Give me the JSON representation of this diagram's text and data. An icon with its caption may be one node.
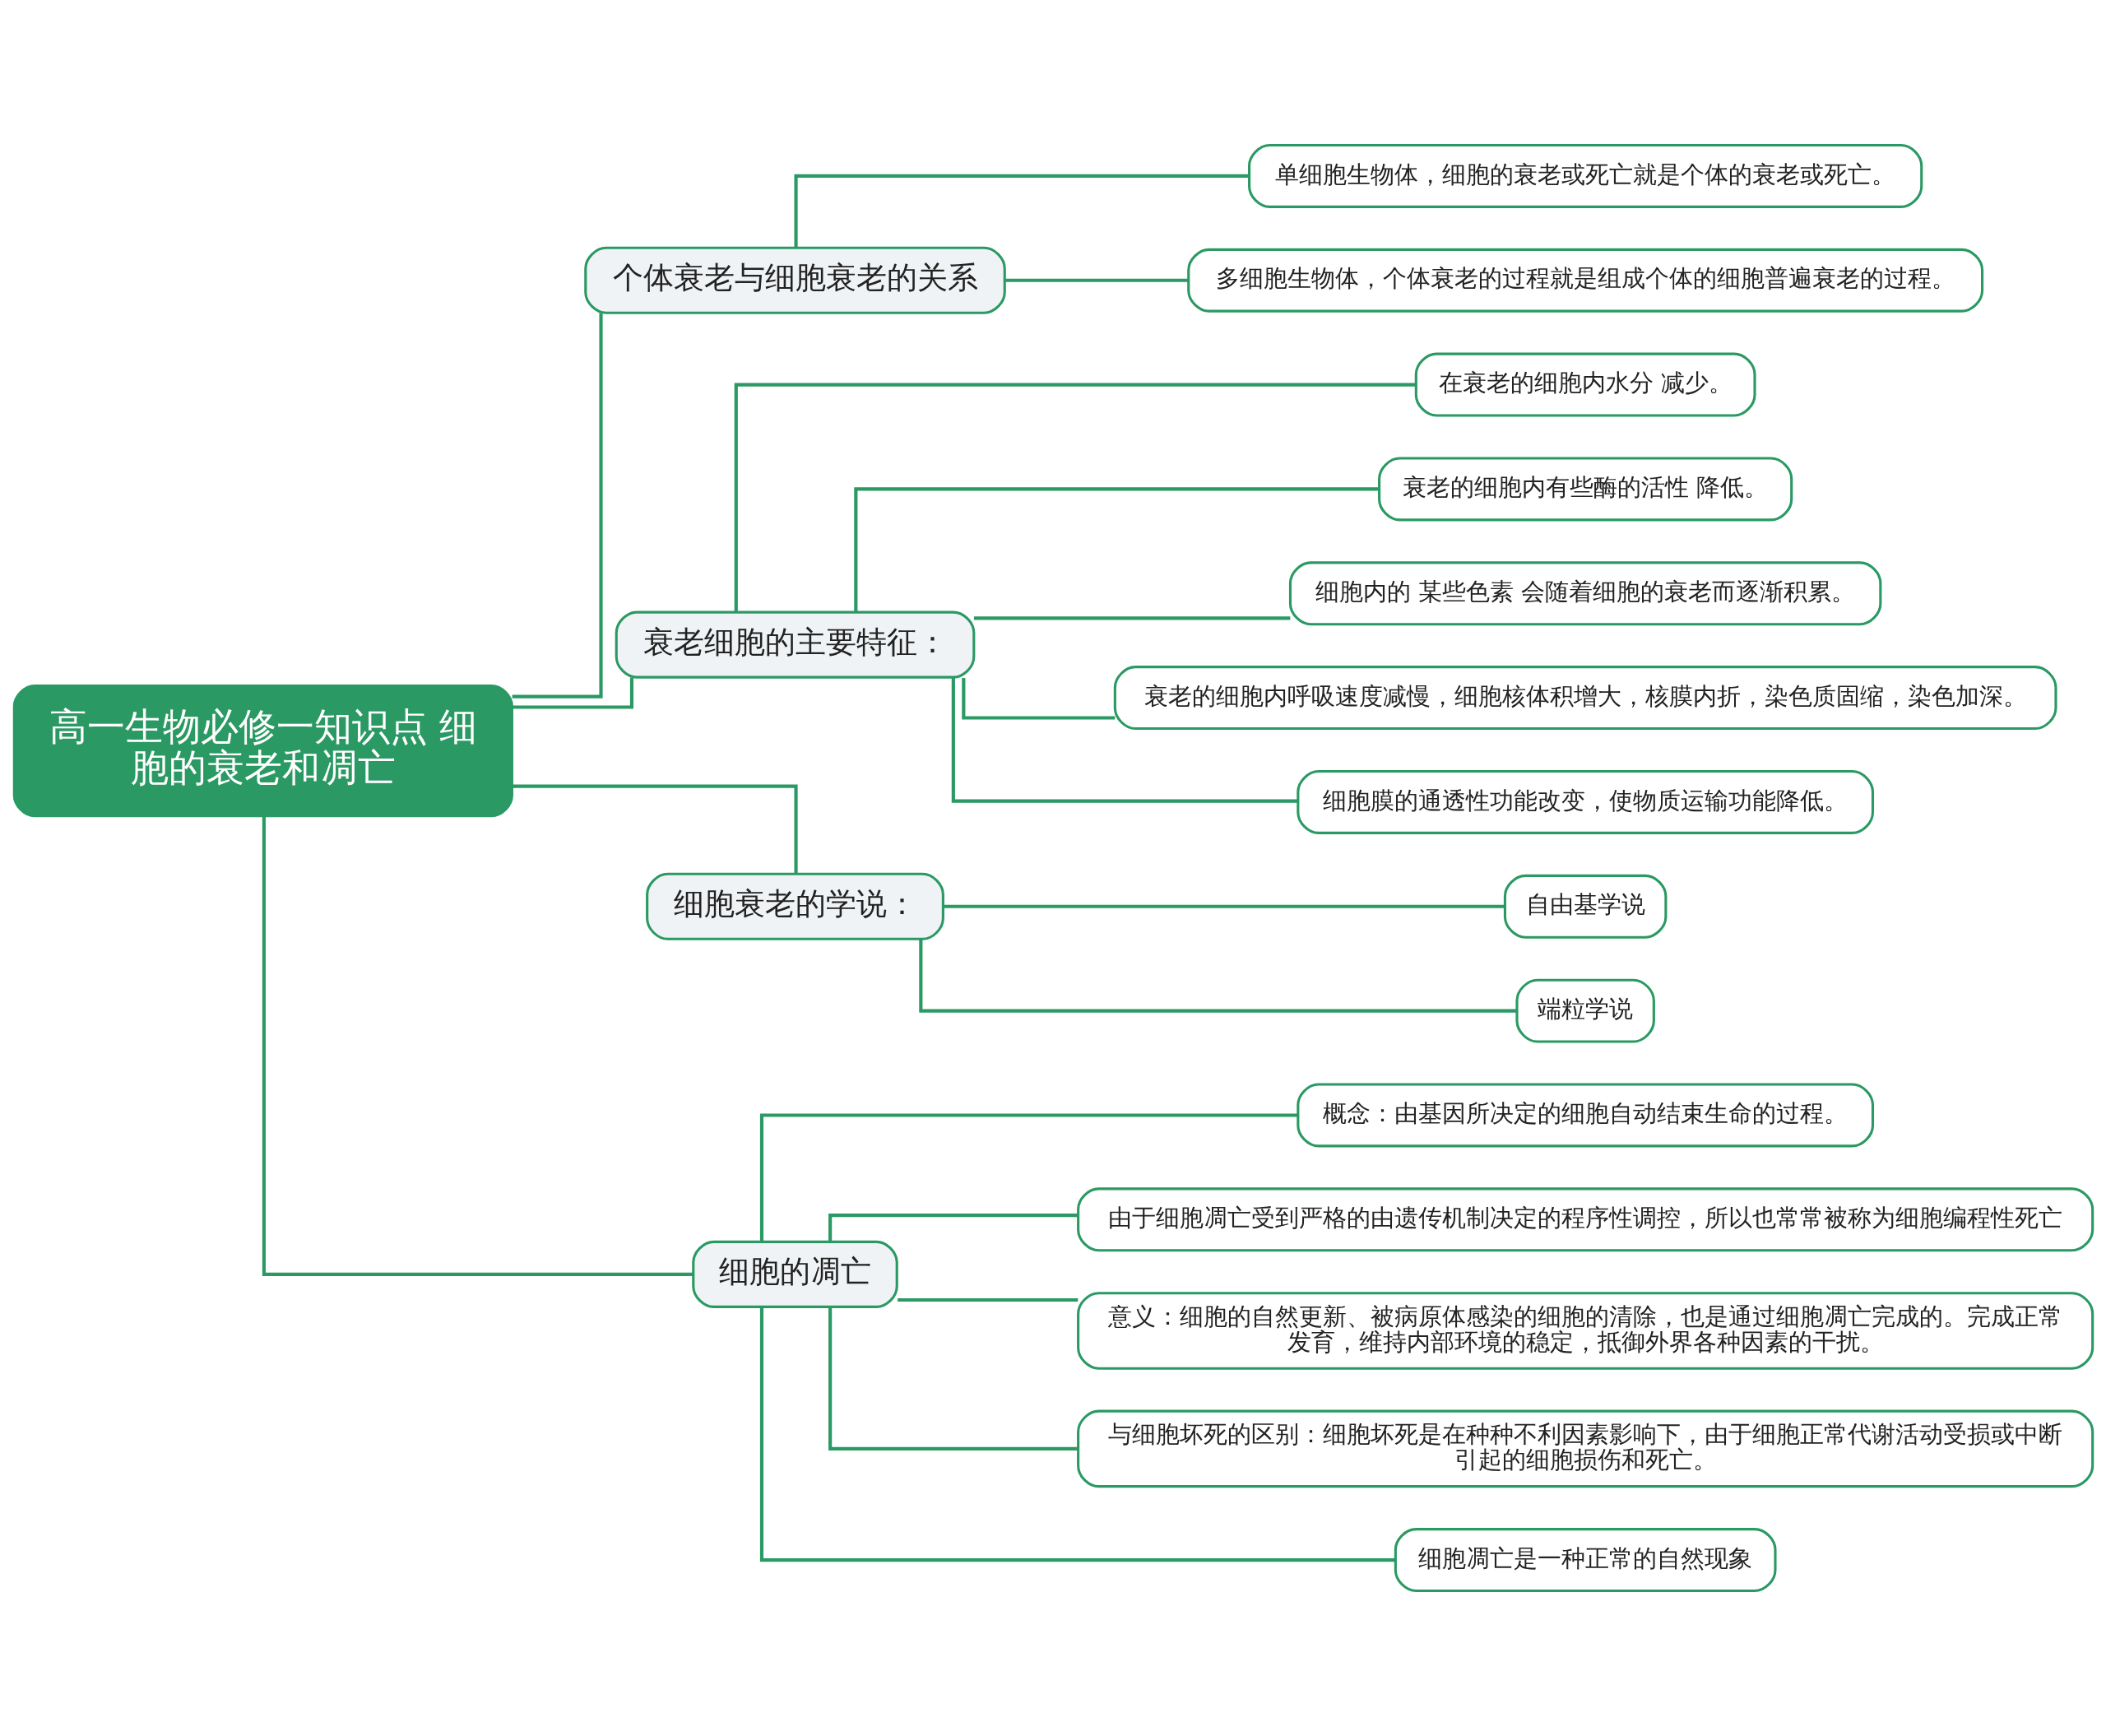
{
  "diagram": {
    "nodes": [
      {
        "text": [
          "高一生物必修一知识点 细胞的衰老和凋亡"
        ]
      },
      {
        "text": [
          "个体衰老与细胞衰老的关系"
        ]
      },
      {
        "text": [
          "单细胞生物体，细胞的衰老或死亡就是个体的衰老或死亡。"
        ]
      },
      {
        "text": [
          "多细胞生物体，个体衰老的过程就是组成个体的细胞普遍衰老的过程。"
        ]
      },
      {
        "text": [
          "衰老细胞的主要特征："
        ]
      },
      {
        "text": [
          "在衰老的细胞内水分 减少。"
        ]
      },
      {
        "text": [
          "衰老的细胞内有些酶的活性 降低。"
        ]
      },
      {
        "text": [
          "细胞内的 某些色素 会随着细胞的衰老而逐渐积累。"
        ]
      },
      {
        "text": [
          "衰老的细胞内呼吸速度减慢，细胞核体积增大，核膜内折，染色质固缩，染色加深。"
        ]
      },
      {
        "text": [
          "细胞膜的通透性功能改变，使物质运输功能降低。"
        ]
      },
      {
        "text": [
          "细胞衰老的学说："
        ]
      },
      {
        "text": [
          "自由基学说"
        ]
      },
      {
        "text": [
          "端粒学说"
        ]
      },
      {
        "text": [
          "细胞的凋亡"
        ]
      },
      {
        "text": [
          "概念：由基因所决定的细胞自动结束生命的过程。"
        ]
      },
      {
        "text": [
          "由于细胞凋亡受到严格的由遗传机制决定的程序性调控，所以也常常被称为细胞编程性死亡"
        ]
      },
      {
        "text": [
          "意义：细胞的自然更新、被病原体感染的细胞的清除，也是通过细胞凋亡完成的。完成正常发育，维持内部环境的稳定，抵御外界各种因素的干扰。"
        ]
      },
      {
        "text": [
          "与细胞坏死的区别：细胞坏死是在种种不利因素影响下，由于细胞正常代谢活动受损或中断引起的细胞损伤和死亡。"
        ]
      },
      {
        "text": [
          "细胞凋亡是一种正常的自然现象"
        ]
      }
    ],
    "edges": [
      {
        "from": 0,
        "to": 1,
        "arrow": "none"
      },
      {
        "from": 1,
        "to": 2,
        "arrow": "none"
      },
      {
        "from": 1,
        "to": 3,
        "arrow": "none"
      },
      {
        "from": 0,
        "to": 4,
        "arrow": "none"
      },
      {
        "from": 4,
        "to": 5,
        "arrow": "none"
      },
      {
        "from": 4,
        "to": 6,
        "arrow": "none"
      },
      {
        "from": 4,
        "to": 7,
        "arrow": "none"
      },
      {
        "from": 4,
        "to": 8,
        "arrow": "none"
      },
      {
        "from": 4,
        "to": 9,
        "arrow": "none"
      },
      {
        "from": 0,
        "to": 10,
        "arrow": "none"
      },
      {
        "from": 10,
        "to": 11,
        "arrow": "none"
      },
      {
        "from": 10,
        "to": 12,
        "arrow": "none"
      },
      {
        "from": 0,
        "to": 13,
        "arrow": "none"
      },
      {
        "from": 13,
        "to": 14,
        "arrow": "none"
      },
      {
        "from": 13,
        "to": 15,
        "arrow": "none"
      },
      {
        "from": 13,
        "to": 16,
        "arrow": "none"
      },
      {
        "from": 13,
        "to": 17,
        "arrow": "none"
      },
      {
        "from": 13,
        "to": 18,
        "arrow": "none"
      }
    ]
  }
}
